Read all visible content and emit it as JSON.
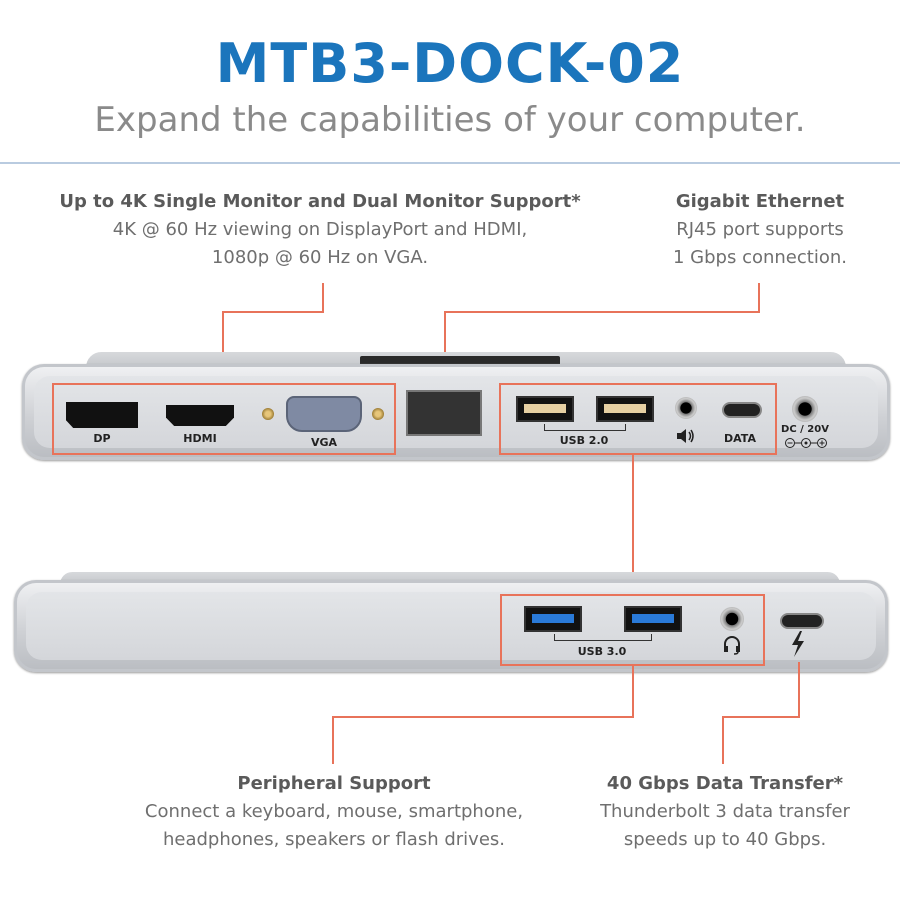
{
  "header": {
    "title": "MTB3-DOCK-02",
    "subtitle": "Expand the capabilities of your computer."
  },
  "callouts": {
    "monitor": {
      "heading": "Up to 4K Single Monitor and Dual Monitor Support*",
      "line1": "4K @ 60 Hz viewing on DisplayPort and HDMI,",
      "line2": "1080p @ 60 Hz on VGA."
    },
    "ethernet": {
      "heading": "Gigabit Ethernet",
      "line1": "RJ45 port supports",
      "line2": "1 Gbps connection."
    },
    "peripheral": {
      "heading": "Peripheral Support",
      "line1": "Connect a keyboard, mouse,  smartphone,",
      "line2": "headphones, speakers or flash drives."
    },
    "thunderbolt": {
      "heading": "40 Gbps Data Transfer*",
      "line1": "Thunderbolt 3 data transfer",
      "line2": "speeds up to 40 Gbps."
    }
  },
  "ports": {
    "dp": "DP",
    "hdmi": "HDMI",
    "vga": "VGA",
    "usb2": "USB 2.0",
    "data": "DATA",
    "dc": "DC / 20V",
    "usb3": "USB 3.0"
  },
  "icons": {
    "speaker": "speaker-icon",
    "headphone": "headphone-icon",
    "thunderbolt": "thunderbolt-icon",
    "dc_polarity": "dc-polarity-icon"
  },
  "colors": {
    "title": "#1b75bc",
    "callout_lines": "#e8735a",
    "usb3_blue": "#2a7ad8"
  }
}
